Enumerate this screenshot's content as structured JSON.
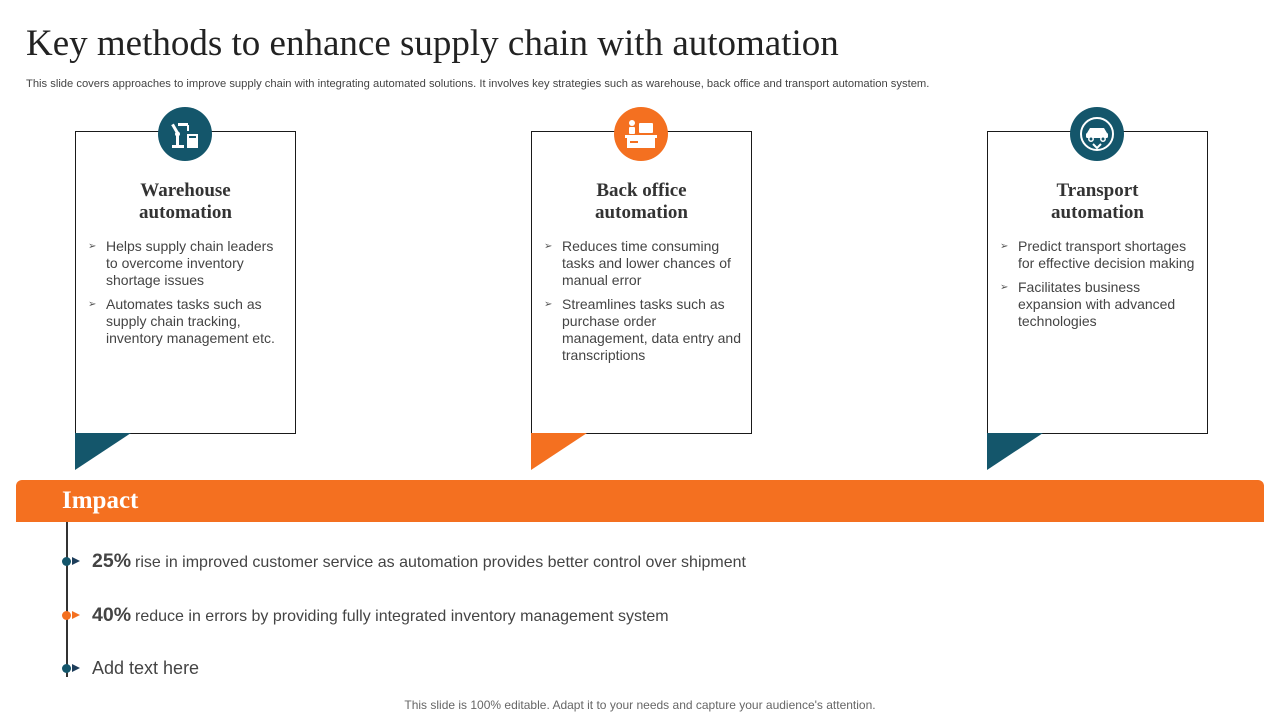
{
  "title": "Key methods to enhance supply chain with automation",
  "subtitle": "This slide covers approaches to improve supply chain with integrating automated solutions. It involves key strategies such as warehouse, back office and transport automation system.",
  "cards": [
    {
      "icon": "robot-arm-icon",
      "title_line1": "Warehouse",
      "title_line2": "automation",
      "bullets": [
        "Helps supply chain leaders to overcome inventory shortage issues",
        "Automates tasks such as supply chain tracking, inventory management etc."
      ]
    },
    {
      "icon": "office-desk-icon",
      "title_line1": "Back office",
      "title_line2": "automation",
      "bullets": [
        "Reduces time consuming tasks and lower chances of manual error",
        "Streamlines tasks such as purchase order management, data entry and transcriptions"
      ]
    },
    {
      "icon": "transport-car-icon",
      "title_line1": "Transport",
      "title_line2": "automation",
      "bullets": [
        "Predict transport shortages for effective decision making",
        "Facilitates business expansion with advanced technologies"
      ]
    }
  ],
  "bullet_glyph": "➢",
  "impact": {
    "label": "Impact",
    "items": [
      {
        "pct": "25%",
        "text": "rise in improved customer service as automation provides better control over shipment"
      },
      {
        "pct": "40%",
        "text": "reduce in errors by providing fully integrated inventory management system"
      },
      {
        "pct": "",
        "text": "Add text here"
      }
    ]
  },
  "footer": "This slide is 100% editable. Adapt it to your needs and capture your audience's attention.",
  "colors": {
    "teal": "#14566b",
    "orange": "#f47020"
  }
}
